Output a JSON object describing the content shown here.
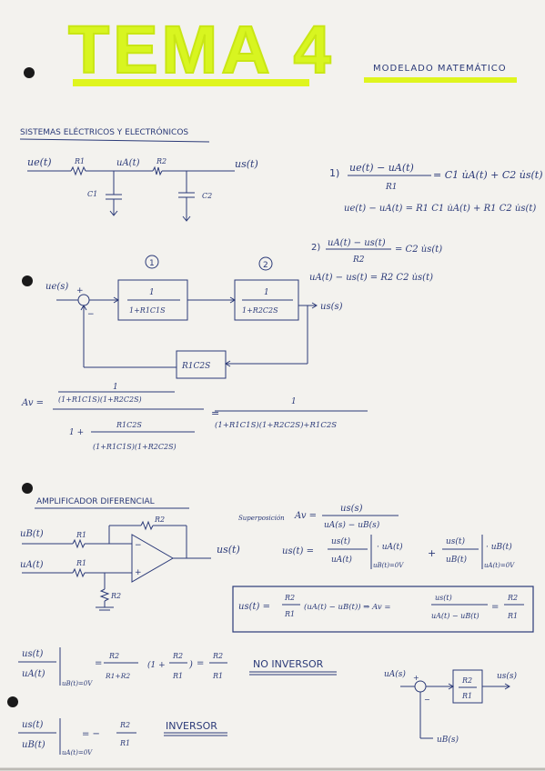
{
  "header": {
    "title": "TEMA 4",
    "subtitle": "MODELADO MATEMÁTICO",
    "highlight_color": "#dff51e"
  },
  "section1": {
    "heading": "SISTEMAS ELÉCTRICOS Y ELECTRÓNICOS",
    "labels": {
      "ue": "ue(t)",
      "r1": "R1",
      "ua": "uA(t)",
      "r2": "R2",
      "us": "us(t)",
      "c1": "C1",
      "c2": "C2"
    },
    "eq1_num": "ue(t) − uA(t)",
    "eq1_den": "R1",
    "eq1_rhs": "= C1 u̇A(t) + C2 u̇s(t)",
    "eq1_prefix": "1)",
    "eq1b": "ue(t) − uA(t) = R1 C1 u̇A(t) + R1 C2 u̇s(t)",
    "eq2_prefix": "2)",
    "eq2_num": "uA(t) − us(t)",
    "eq2_den": "R2",
    "eq2_rhs": "= C2 u̇s(t)",
    "eq2b": "uA(t) − us(t) = R2 C2 u̇s(t)"
  },
  "block1": {
    "input": "ue(s)",
    "plus": "+",
    "minus": "−",
    "block1_tag": "1",
    "block2_tag": "2",
    "block1_num": "1",
    "block1_den": "1+R1C1S",
    "block2_num": "1",
    "block2_den": "1+R2C2S",
    "output": "us(s)",
    "feedback": "R1C2S"
  },
  "av1": {
    "label": "Av =",
    "num_num": "1",
    "num_den": "(1+R1C1S)(1+R2C2S)",
    "den_lead": "1 +",
    "den_num": "R1C2S",
    "den_den": "(1+R1C1S)(1+R2C2S)",
    "equals": "=",
    "result_num": "1",
    "result_den": "(1+R1C1S)(1+R2C2S)+R1C2S"
  },
  "section2": {
    "heading": "AMPLIFICADOR DIFERENCIAL",
    "ub": "uB(t)",
    "ua": "uA(t)",
    "r1a": "R1",
    "r1b": "R1",
    "r2a": "R2",
    "r2b": "R2",
    "plus": "+",
    "minus": "−",
    "us": "us(t)",
    "superposition": "Superposición",
    "av_label": "Av =",
    "av_num": "us(s)",
    "av_den": "uA(s) − uB(s)",
    "sup_lhs": "us(t) =",
    "sup_t1_num": "us(t)",
    "sup_t1_den": "uA(t)",
    "sup_t1_cond": "uB(t)=0V",
    "sup_t1_mul": "· uA(t)",
    "sup_plus": "+",
    "sup_t2_num": "us(t)",
    "sup_t2_den": "uB(t)",
    "sup_t2_mul": "· uB(t)",
    "sup_t2_cond": "uA(t)=0V",
    "box_lhs": "us(t) =",
    "box_frac_num": "R2",
    "box_frac_den": "R1",
    "box_mid": "(uA(t) − uB(t))  ⇒  Av =",
    "box_av_num": "us(t)",
    "box_av_den": "uA(t) − uB(t)",
    "box_eq": "=",
    "box_res_num": "R2",
    "box_res_den": "R1",
    "ni_num": "us(t)",
    "ni_den": "uA(t)",
    "ni_cond": "uB(t)=0V",
    "ni_eq": "=",
    "ni_f1_num": "R2",
    "ni_f1_den": "R1+R2",
    "ni_f2": "(1 +",
    "ni_f2_num": "R2",
    "ni_f2_den": "R1",
    "ni_f2_close": ")",
    "ni_eq2": "=",
    "ni_res_num": "R2",
    "ni_res_den": "R1",
    "ni_tag": "NO INVERSOR",
    "inv_num": "us(t)",
    "inv_den": "uB(t)",
    "inv_cond": "uA(t)=0V",
    "inv_eq": "=  −",
    "inv_res_num": "R2",
    "inv_res_den": "R1",
    "inv_tag": "INVERSOR",
    "bd_in": "uA(s)",
    "bd_plus": "+",
    "bd_minus": "−",
    "bd_num": "R2",
    "bd_den": "R1",
    "bd_out": "us(s)",
    "bd_fb": "uB(s)"
  }
}
